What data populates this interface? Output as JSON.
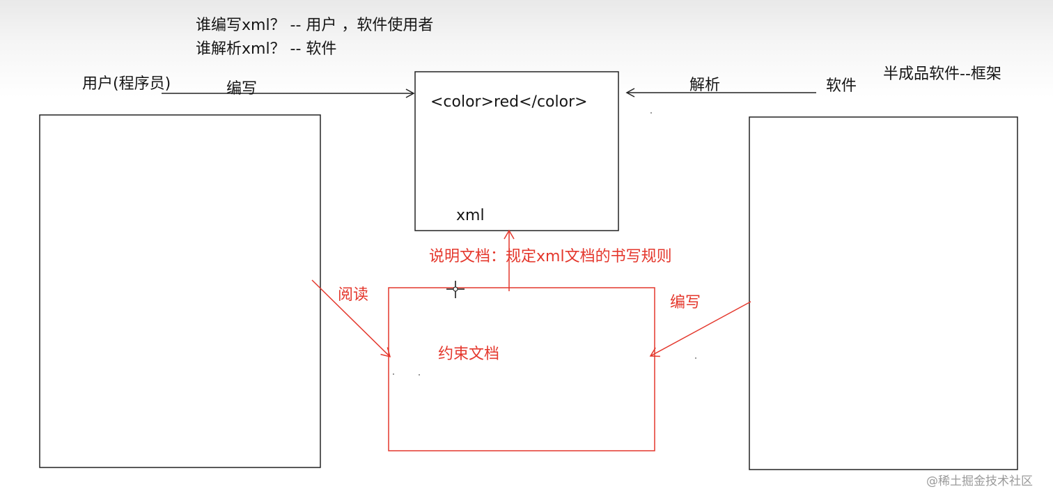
{
  "questions": {
    "line1": "谁编写xml？ -- 用户 ，软件使用者",
    "line2": "谁解析xml？ -- 软件"
  },
  "left": {
    "user_label": "用户(程序员)",
    "write_label": "编写"
  },
  "xml_box": {
    "content": "<color>red</color>",
    "label": "xml"
  },
  "right": {
    "parse_label": "解析",
    "software_label": "软件",
    "framework_label": "半成品软件--框架"
  },
  "constraint": {
    "description": "说明文档：规定xml文档的书写规则",
    "read_label": "阅读",
    "write_label": "编写",
    "box_label": "约束文档"
  },
  "watermark": "@稀土掘金技术社区",
  "colors": {
    "black_ink": "#151515",
    "red_ink": "#e4372c"
  }
}
